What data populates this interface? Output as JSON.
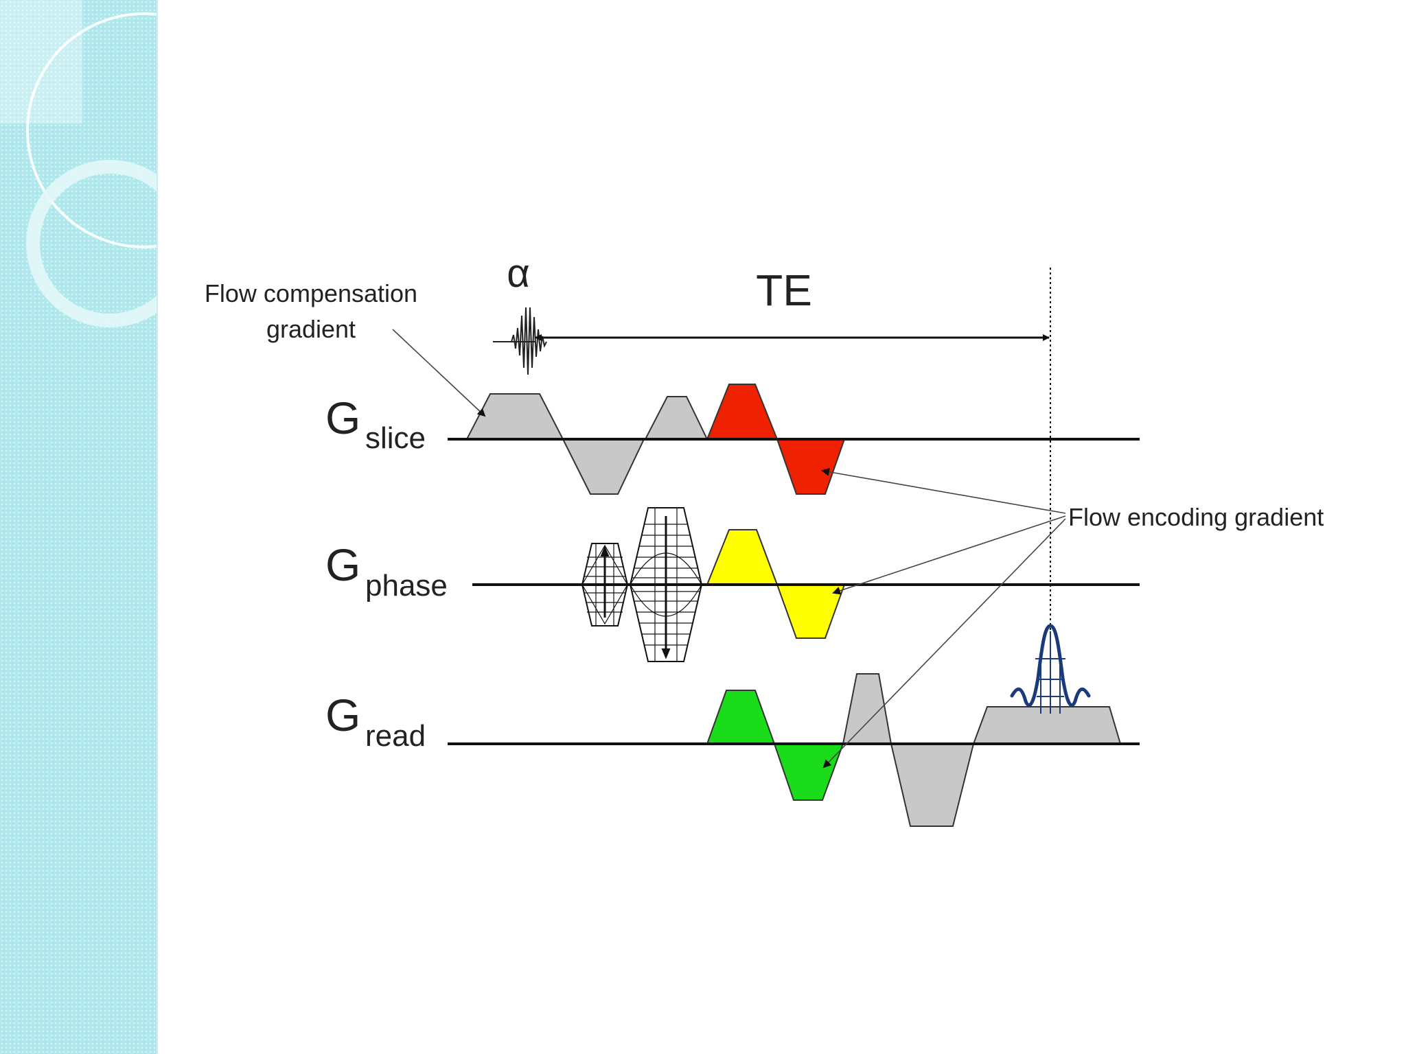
{
  "diagram": {
    "alpha_label": "α",
    "te_label": "TE",
    "flow_compensation_label": [
      "Flow compensation",
      "gradient"
    ],
    "flow_encoding_label": "Flow encoding gradient",
    "axes": [
      {
        "main": "G",
        "sub": "slice"
      },
      {
        "main": "G",
        "sub": "phase"
      },
      {
        "main": "G",
        "sub": "read"
      }
    ],
    "colors": {
      "sidebar": "#aee7ec",
      "gray_gradient": "#c8c8c8",
      "slice_encoding": "#ee2200",
      "phase_encoding": "#ffff00",
      "read_encoding": "#1bdc1b",
      "echo_signal": "#1a3a7a"
    }
  }
}
